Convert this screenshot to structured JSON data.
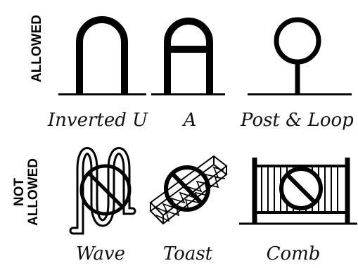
{
  "categories": {
    "allowed": "ALLOWED",
    "not_allowed_line1": "NOT",
    "not_allowed_line2": "ALLOWED"
  },
  "allowed_racks": [
    {
      "caption": "Inverted U",
      "icon": "inverted-u-rack-icon"
    },
    {
      "caption": "A",
      "icon": "a-rack-icon"
    },
    {
      "caption": "Post & Loop",
      "icon": "post-and-loop-rack-icon"
    }
  ],
  "not_allowed_racks": [
    {
      "caption": "Wave",
      "icon": "wave-rack-icon"
    },
    {
      "caption": "Toast",
      "icon": "toast-rack-icon"
    },
    {
      "caption": "Comb",
      "icon": "comb-rack-icon"
    }
  ],
  "colors": {
    "ink": "#000000",
    "background": "#ffffff"
  }
}
